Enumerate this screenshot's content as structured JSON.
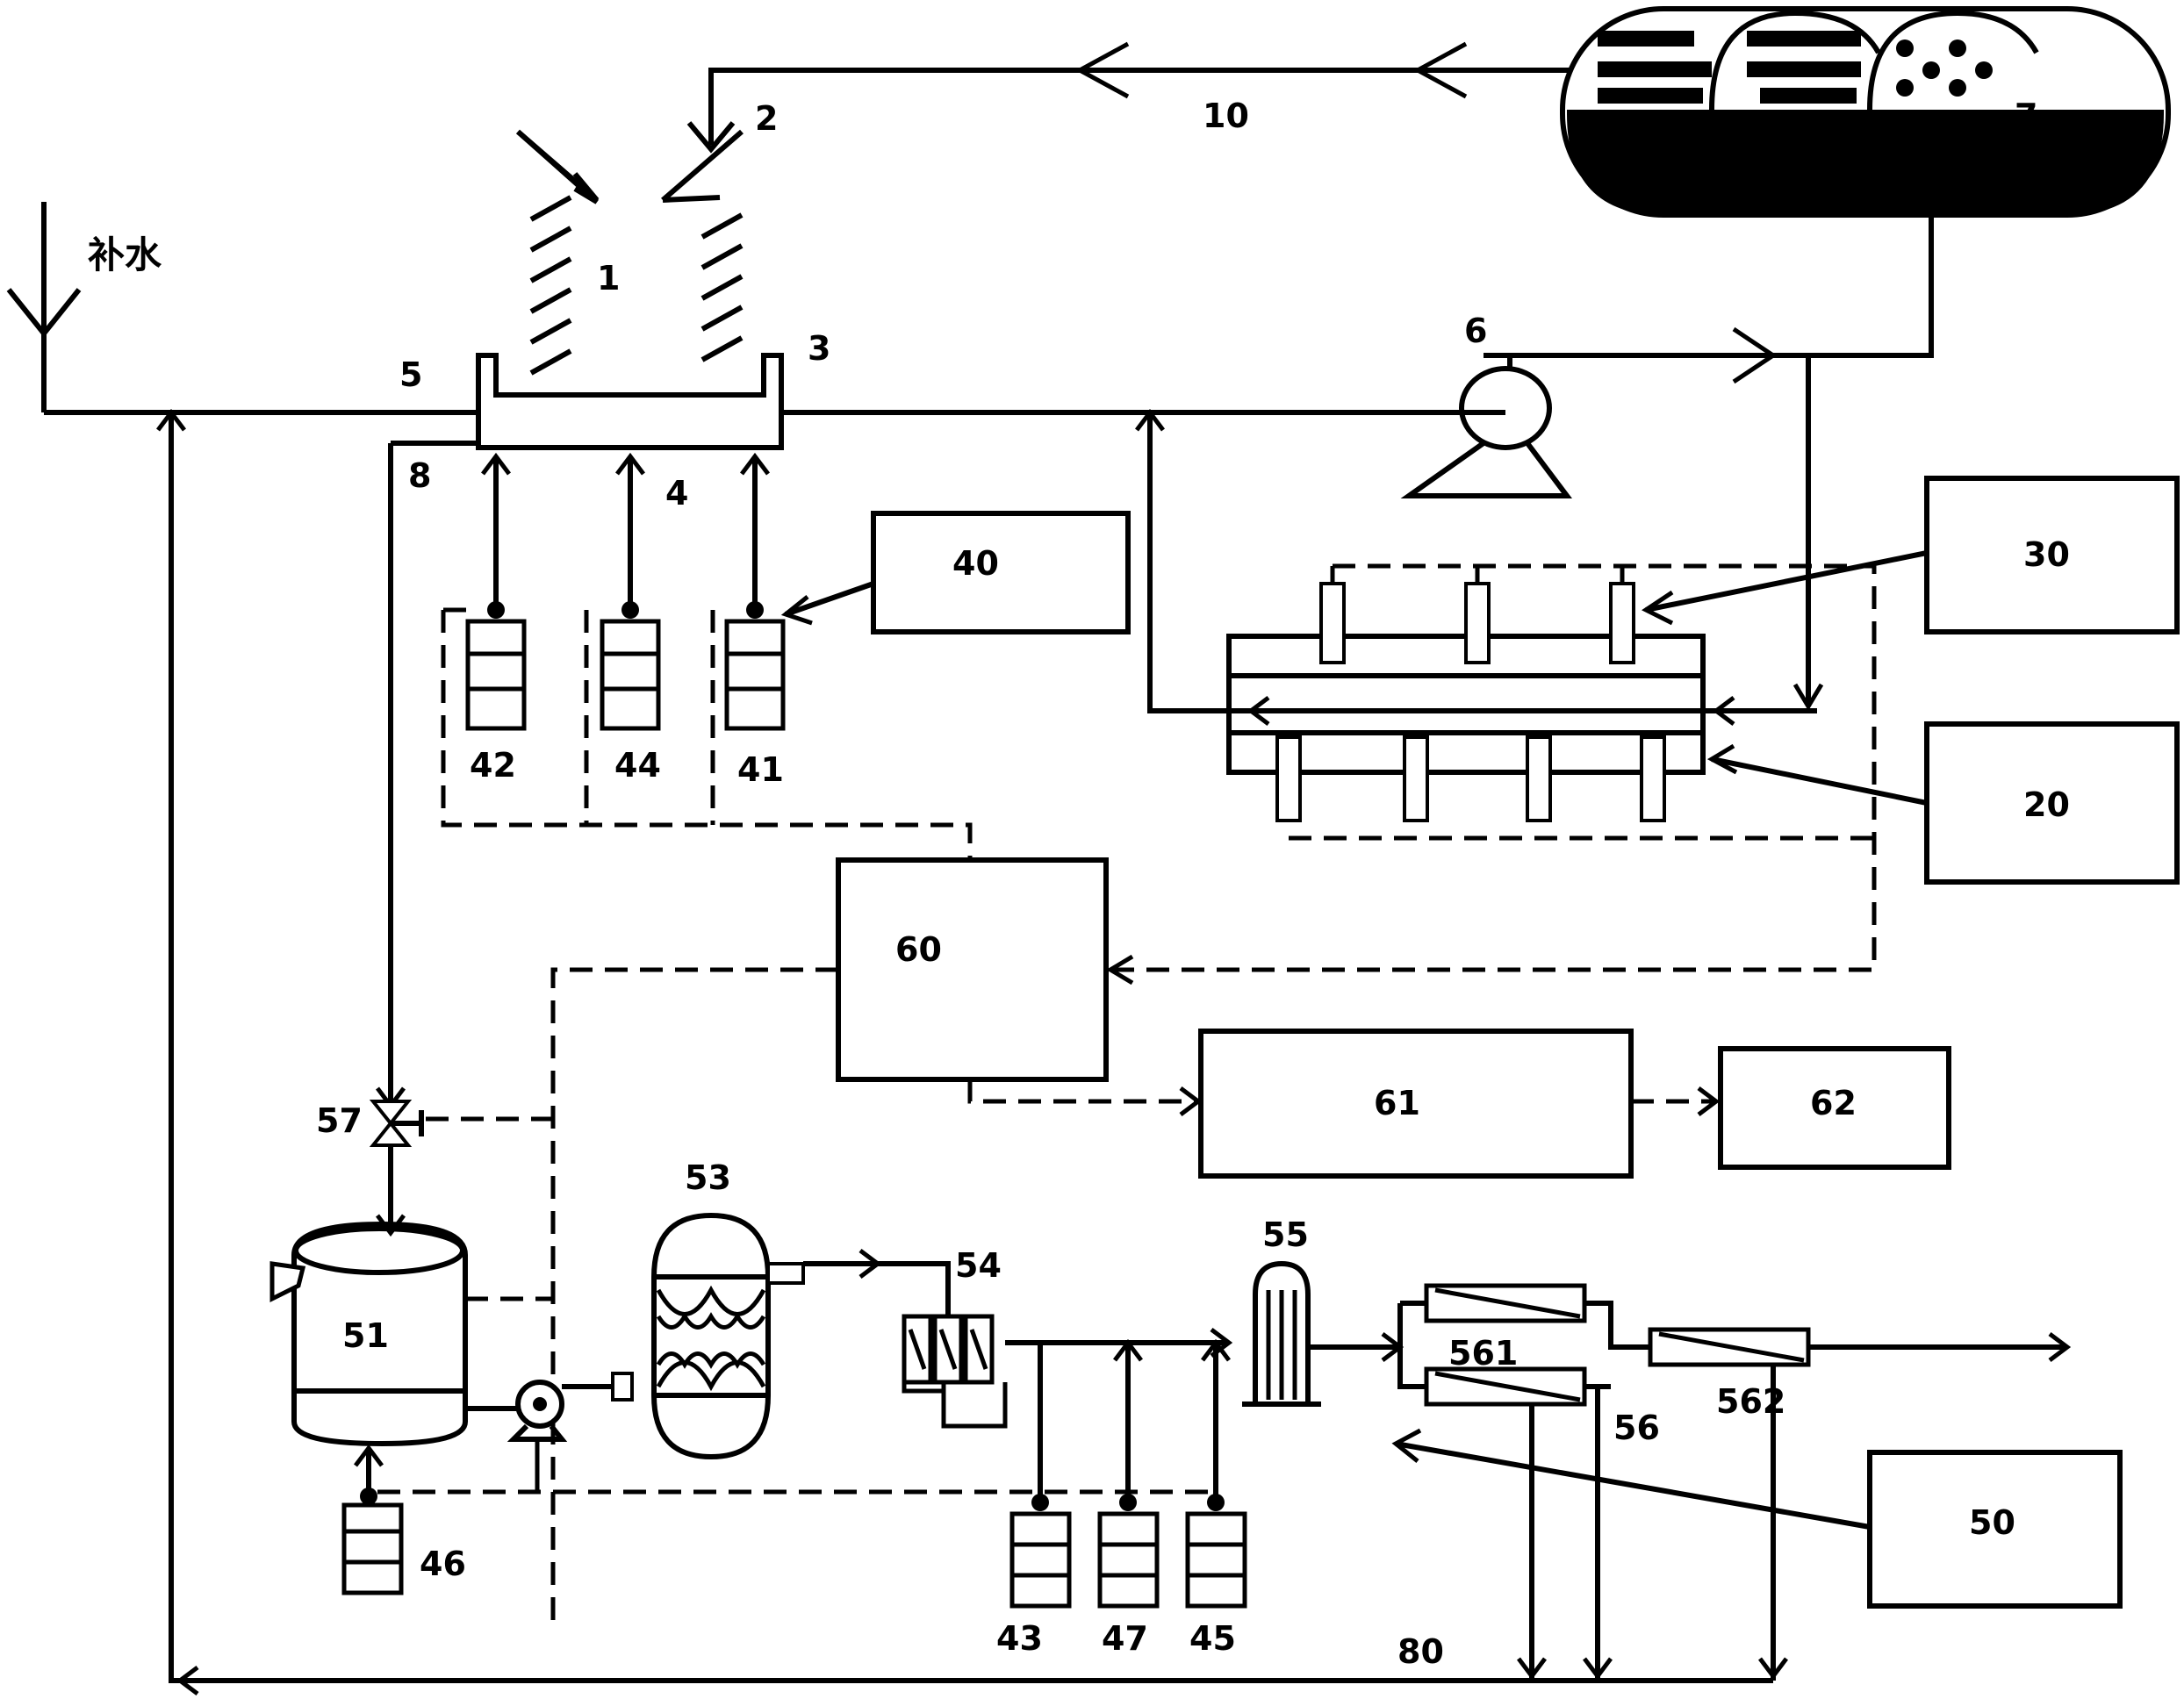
{
  "labels": {
    "n1": "1",
    "n2": "2",
    "n3": "3",
    "n4": "4",
    "n5": "5",
    "n6": "6",
    "n7": "7",
    "n8": "8",
    "n10": "10",
    "n20": "20",
    "n30": "30",
    "n40": "40",
    "n41": "41",
    "n42": "42",
    "n43": "43",
    "n44": "44",
    "n45": "45",
    "n46": "46",
    "n47": "47",
    "n50": "50",
    "n51": "51",
    "n53": "53",
    "n54": "54",
    "n55": "55",
    "n56": "56",
    "n561": "561",
    "n562": "562",
    "n57": "57",
    "n60": "60",
    "n61": "61",
    "n62": "62",
    "n80": "80"
  },
  "makeup_water": "补水",
  "colors": {
    "line": "#000000",
    "background": "#ffffff"
  }
}
